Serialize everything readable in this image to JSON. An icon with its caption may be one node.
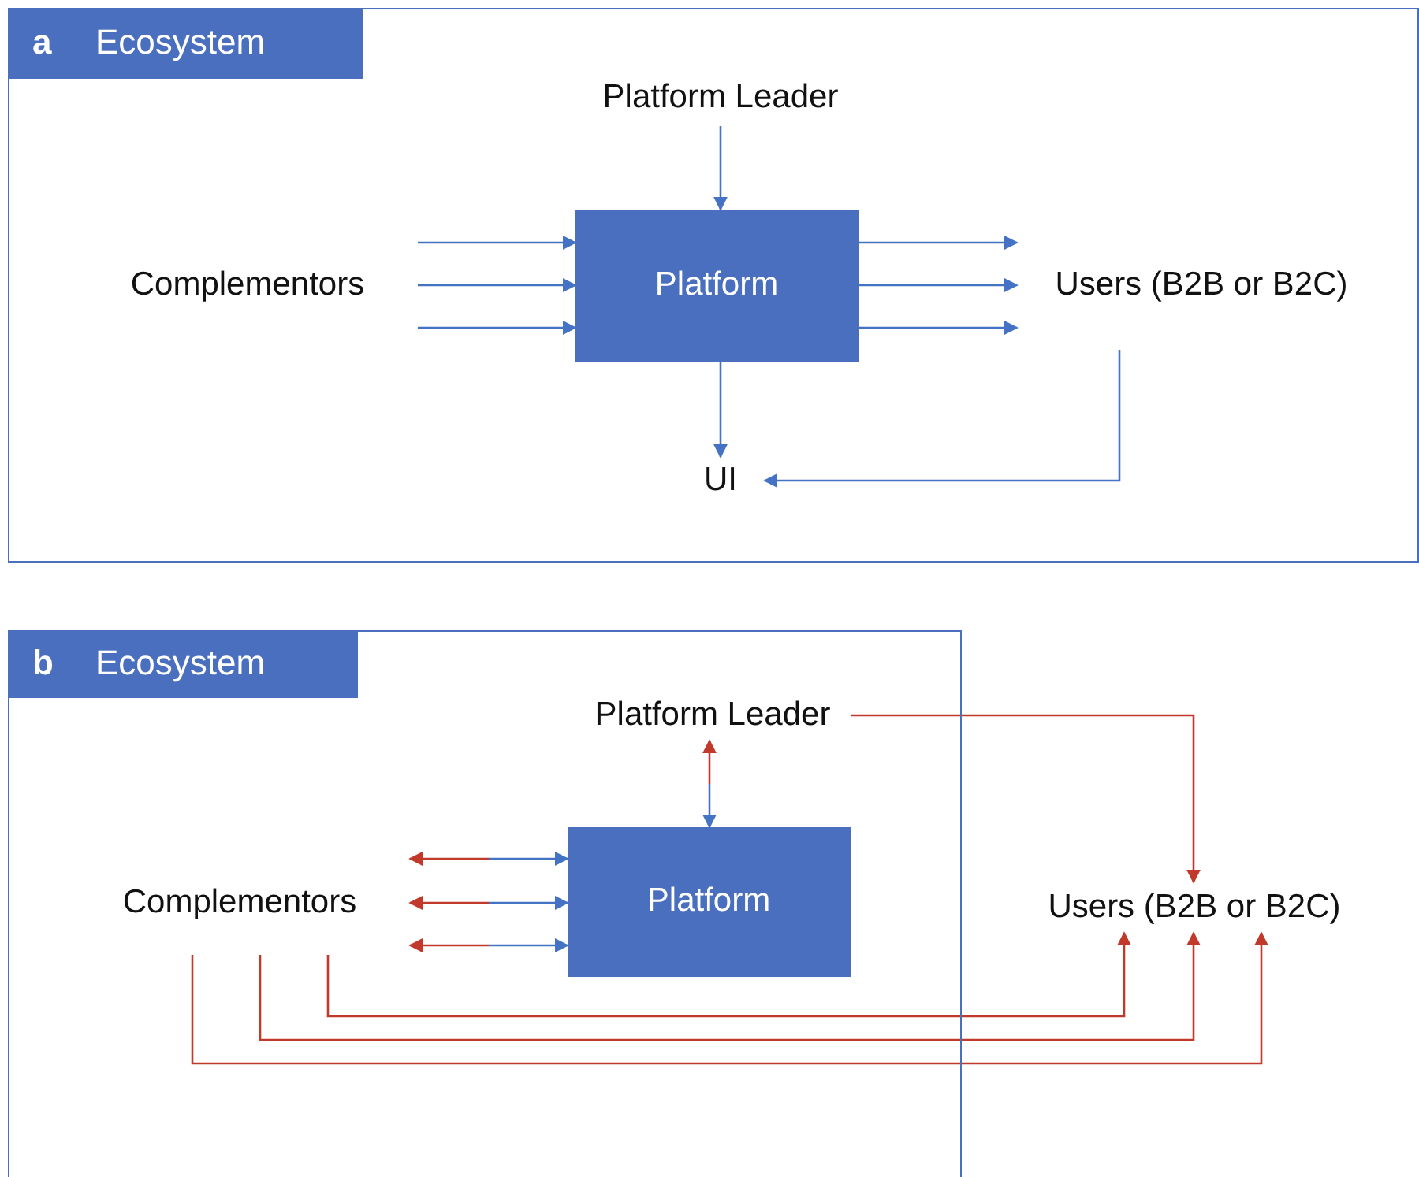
{
  "diagram": {
    "nodes": [
      {
        "text": [
          "a",
          "Ecosystem"
        ]
      },
      {
        "text": [
          "Platform Leader"
        ],
        "in": 0
      },
      {
        "text": [
          "Complementors"
        ],
        "in": 0
      },
      {
        "text": [
          "Platform"
        ],
        "in": 0
      },
      {
        "text": [
          "Users (B2B or B2C)"
        ],
        "in": 0
      },
      {
        "text": [
          "UI"
        ],
        "in": 0
      },
      {
        "text": [
          "b",
          "Ecosystem"
        ]
      },
      {
        "text": [
          "Platform Leader"
        ],
        "in": 6
      },
      {
        "text": [
          "Complementors"
        ],
        "in": 6
      },
      {
        "text": [
          "Platform"
        ],
        "in": 6
      },
      {
        "text": [
          "Users (B2B or B2C)"
        ]
      }
    ],
    "edges": [
      {
        "from": 1,
        "to": 3,
        "arrow": "to"
      },
      {
        "from": 2,
        "to": 3,
        "arrow": "to"
      },
      {
        "from": 2,
        "to": 3,
        "arrow": "to"
      },
      {
        "from": 2,
        "to": 3,
        "arrow": "to"
      },
      {
        "from": 3,
        "to": 4,
        "arrow": "to"
      },
      {
        "from": 3,
        "to": 4,
        "arrow": "to"
      },
      {
        "from": 3,
        "to": 4,
        "arrow": "to"
      },
      {
        "from": 3,
        "to": 5,
        "arrow": "to"
      },
      {
        "from": 4,
        "to": 5,
        "arrow": "to"
      },
      {
        "from": 7,
        "to": 9,
        "arrow": "both",
        "color": "#c0392b"
      },
      {
        "from": 8,
        "to": 9,
        "arrow": "both",
        "color": "#c0392b"
      },
      {
        "from": 8,
        "to": 9,
        "arrow": "both",
        "color": "#c0392b"
      },
      {
        "from": 8,
        "to": 9,
        "arrow": "both",
        "color": "#c0392b"
      },
      {
        "from": 7,
        "to": 10,
        "arrow": "to",
        "color": "#c0392b"
      },
      {
        "from": 8,
        "to": 10,
        "arrow": "to",
        "color": "#c0392b"
      },
      {
        "from": 8,
        "to": 10,
        "arrow": "to",
        "color": "#c0392b"
      },
      {
        "from": 8,
        "to": 10,
        "arrow": "to",
        "color": "#c0392b"
      }
    ]
  }
}
